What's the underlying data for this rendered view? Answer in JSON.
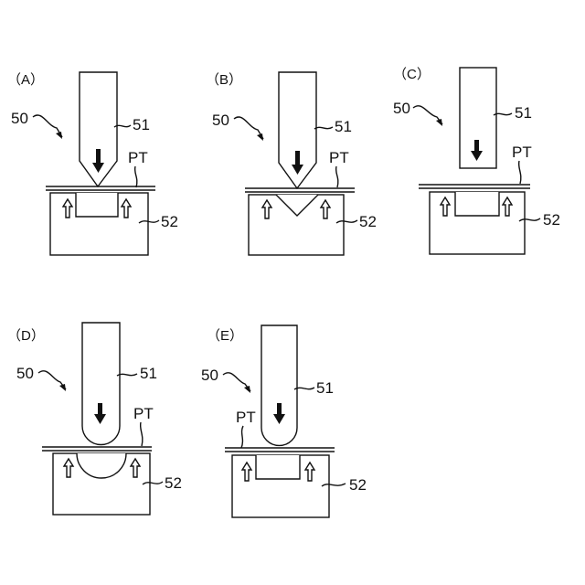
{
  "figure": {
    "panels": [
      {
        "id": "A",
        "label": "（A）",
        "apparatus": "50",
        "punch": "51",
        "die": "52",
        "sheet": "PT",
        "punch_tip": "pointed",
        "die_cavity": "rectangular",
        "die_arrows": "up",
        "punch_arrow": "down"
      },
      {
        "id": "B",
        "label": "（B）",
        "apparatus": "50",
        "punch": "51",
        "die": "52",
        "sheet": "PT",
        "punch_tip": "pointed",
        "die_cavity": "v-groove",
        "die_arrows": "up",
        "punch_arrow": "down"
      },
      {
        "id": "C",
        "label": "（C）",
        "apparatus": "50",
        "punch": "51",
        "die": "52",
        "sheet": "PT",
        "punch_tip": "flat",
        "die_cavity": "rectangular",
        "die_arrows": "up",
        "punch_arrow": "down"
      },
      {
        "id": "D",
        "label": "（D）",
        "apparatus": "50",
        "punch": "51",
        "die": "52",
        "sheet": "PT",
        "punch_tip": "rounded",
        "die_cavity": "semicircular",
        "die_arrows": "up",
        "punch_arrow": "down"
      },
      {
        "id": "E",
        "label": "（E）",
        "apparatus": "50",
        "punch": "51",
        "die": "52",
        "sheet": "PT",
        "punch_tip": "rounded",
        "die_cavity": "rectangular",
        "die_arrows": "up",
        "punch_arrow": "down"
      }
    ]
  },
  "colors": {
    "line": "#111111",
    "background": "#ffffff"
  }
}
